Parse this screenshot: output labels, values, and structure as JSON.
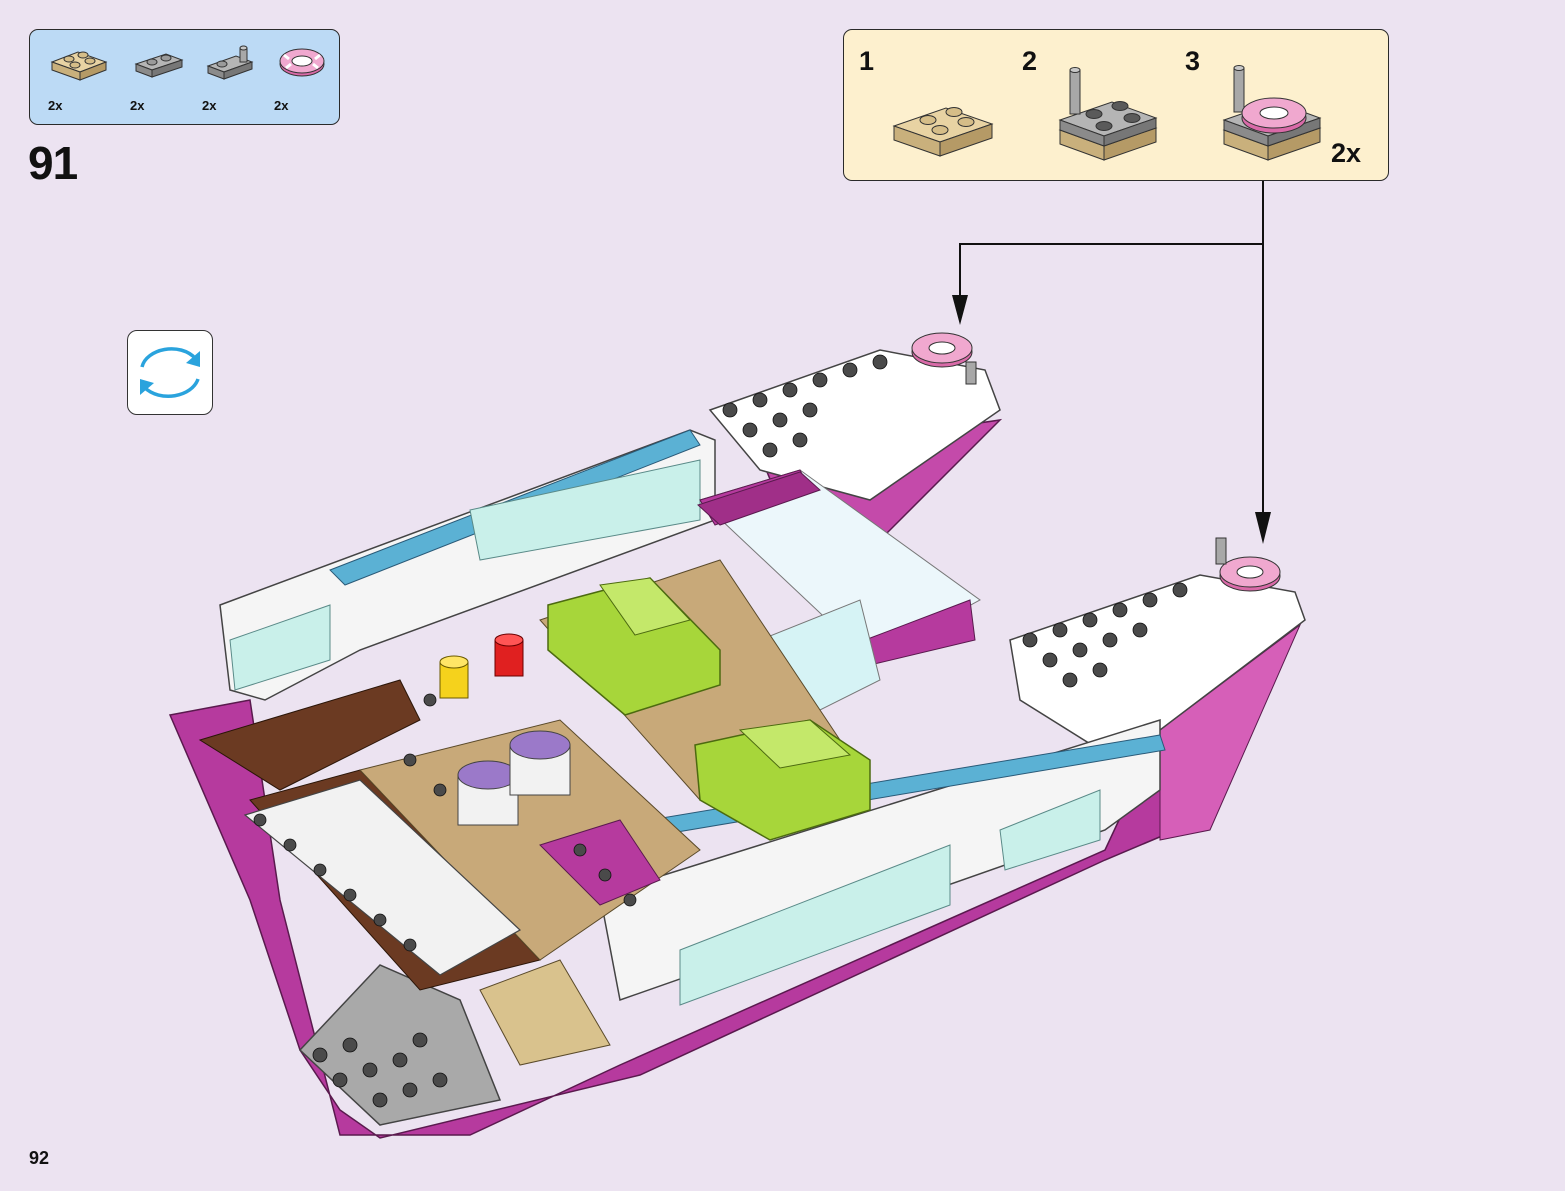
{
  "page": {
    "number": "92"
  },
  "parts_list": {
    "items": [
      {
        "name": "tan-plate-2x2",
        "quantity": "2x",
        "color": "#d9c28d"
      },
      {
        "name": "gray-plate-1x2",
        "quantity": "2x",
        "color": "#9b9b9b"
      },
      {
        "name": "gray-plate-clip",
        "quantity": "2x",
        "color": "#9b9b9b"
      },
      {
        "name": "pink-life-ring",
        "quantity": "2x",
        "color": "#e58fc0"
      }
    ]
  },
  "step": {
    "number": "91"
  },
  "sub_assembly": {
    "steps": [
      {
        "number": "1"
      },
      {
        "number": "2"
      },
      {
        "number": "3"
      }
    ],
    "multiplier": "2x"
  },
  "rotate_icon": {
    "name": "rotate-model-icon"
  },
  "colors": {
    "background": "#ece3f1",
    "parts_box": "#bcdaf5",
    "sub_box": "#fdf0ce",
    "hull_magenta": "#b63a9e",
    "deck_white": "#ffffff",
    "trim_blue": "#5bb1d4",
    "lime": "#a7d63a",
    "brown": "#6b3a22",
    "tan": "#c8a979"
  }
}
